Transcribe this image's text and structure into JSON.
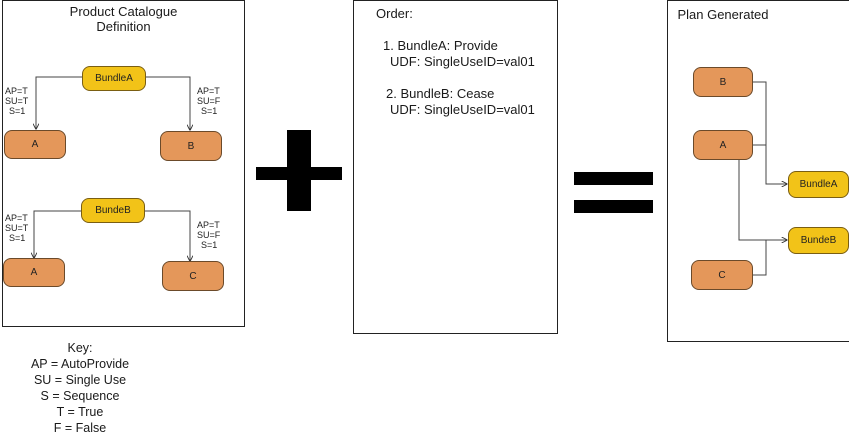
{
  "catalogue": {
    "title_line1": "Product Catalogue",
    "title_line2": "Definition",
    "bundle_a": {
      "name": "BundleA",
      "left_child": "A",
      "right_child": "B",
      "left_edge": [
        "AP=T",
        "SU=T",
        "S=1"
      ],
      "right_edge": [
        "AP=T",
        "SU=F",
        "S=1"
      ]
    },
    "bundle_b": {
      "name": "BundeB",
      "left_child": "A",
      "right_child": "C",
      "left_edge": [
        "AP=T",
        "SU=T",
        "S=1"
      ],
      "right_edge": [
        "AP=T",
        "SU=F",
        "S=1"
      ]
    }
  },
  "order": {
    "title": "Order:",
    "items": [
      {
        "line1": "1. BundleA: Provide",
        "line2": "UDF: SingleUseID=val01"
      },
      {
        "line1": "2. BundleB: Cease",
        "line2": "UDF: SingleUseID=val01"
      }
    ]
  },
  "plan": {
    "title": "Plan Generated",
    "nodes": {
      "b": "B",
      "a": "A",
      "c": "C",
      "bundle_a": "BundleA",
      "bundle_b": "BundeB"
    }
  },
  "key": {
    "title": "Key:",
    "entries": [
      "AP = AutoProvide",
      "SU = Single Use",
      "S = Sequence",
      "T = True",
      "F = False"
    ]
  },
  "colors": {
    "product_node": "#e4975a",
    "bundle_node": "#f2c318"
  }
}
